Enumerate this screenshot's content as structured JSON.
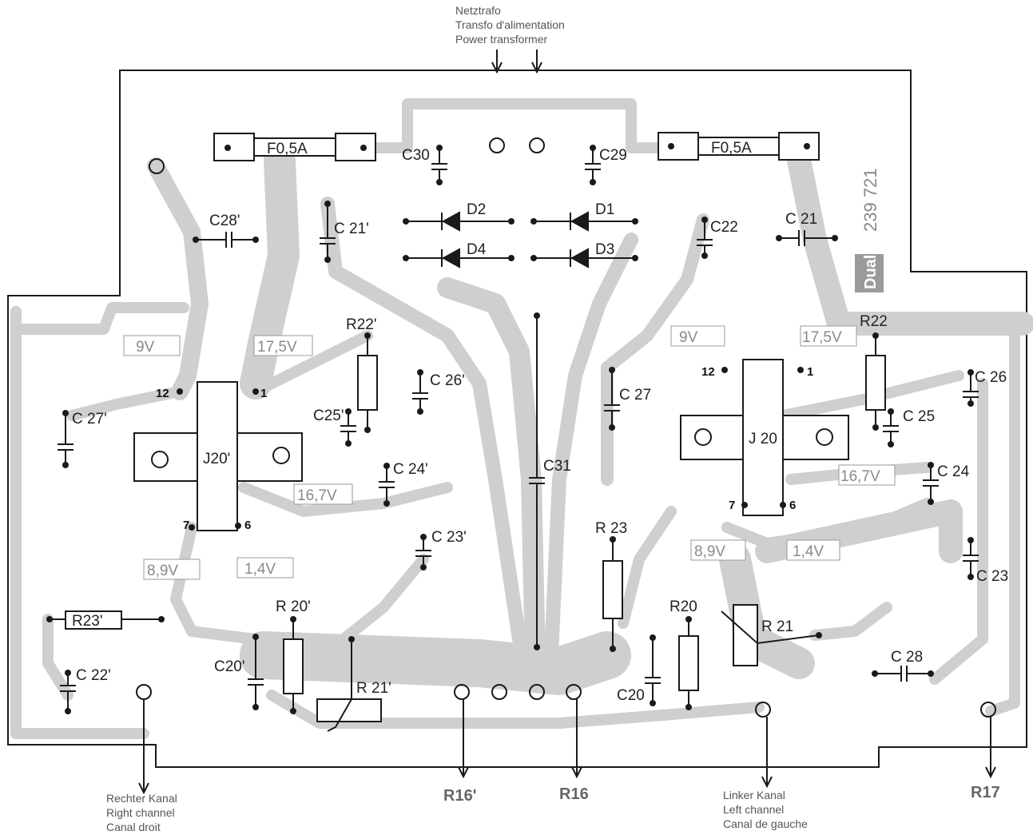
{
  "title": {
    "lines": [
      "Netztrafo",
      "Transfo d'alimentation",
      "Power transformer"
    ]
  },
  "part_number": "239 721",
  "brand_logo": "Dual",
  "fuses": {
    "left": "F0,5A",
    "right": "F0,5A"
  },
  "voltages": {
    "left_9v": "9V",
    "left_175": "17,5V",
    "left_167": "16,7V",
    "left_89": "8,9V",
    "left_14": "1,4V",
    "right_9v": "9V",
    "right_175": "17,5V",
    "right_167": "16,7V",
    "right_89": "8,9V",
    "right_14": "1,4V"
  },
  "ic_pins": {
    "p12": "12",
    "p1": "1",
    "p7": "7",
    "p6": "6"
  },
  "components": {
    "c30": "C30",
    "c29": "C29",
    "d1": "D1",
    "d2": "D2",
    "d3": "D3",
    "d4": "D4",
    "c28p": "C28'",
    "c21p": "C 21'",
    "c22": "C22",
    "c21": "C 21",
    "r22p": "R22'",
    "r22": "R22",
    "c26p": "C 26'",
    "c26": "C 26",
    "c27p": "C 27'",
    "c27": "C 27",
    "c25p": "C25'",
    "c25": "C 25",
    "j20p": "J20'",
    "j20": "J 20",
    "c24p": "C 24'",
    "c24": "C 24",
    "c31": "C31",
    "c23p": "C 23'",
    "c23": "C 23",
    "r23": "R 23",
    "r23p": "R23'",
    "r20p": "R 20'",
    "r20": "R20",
    "r21": "R 21",
    "r21p": "R 21'",
    "c20p": "C20'",
    "c20": "C20",
    "c22p": "C 22'",
    "c28": "C 28"
  },
  "connectors": {
    "r16p": "R16'",
    "r16": "R16",
    "r17": "R17"
  },
  "right_channel": {
    "lines": [
      "Rechter Kanal",
      "Right channel",
      "Canal droit"
    ]
  },
  "left_channel": {
    "lines": [
      "Linker Kanal",
      "Left channel",
      "Canal de gauche"
    ]
  },
  "colors": {
    "trace": "#cfcfcf",
    "ink": "#1a1a1a",
    "voltage": "#8a8a8a"
  }
}
